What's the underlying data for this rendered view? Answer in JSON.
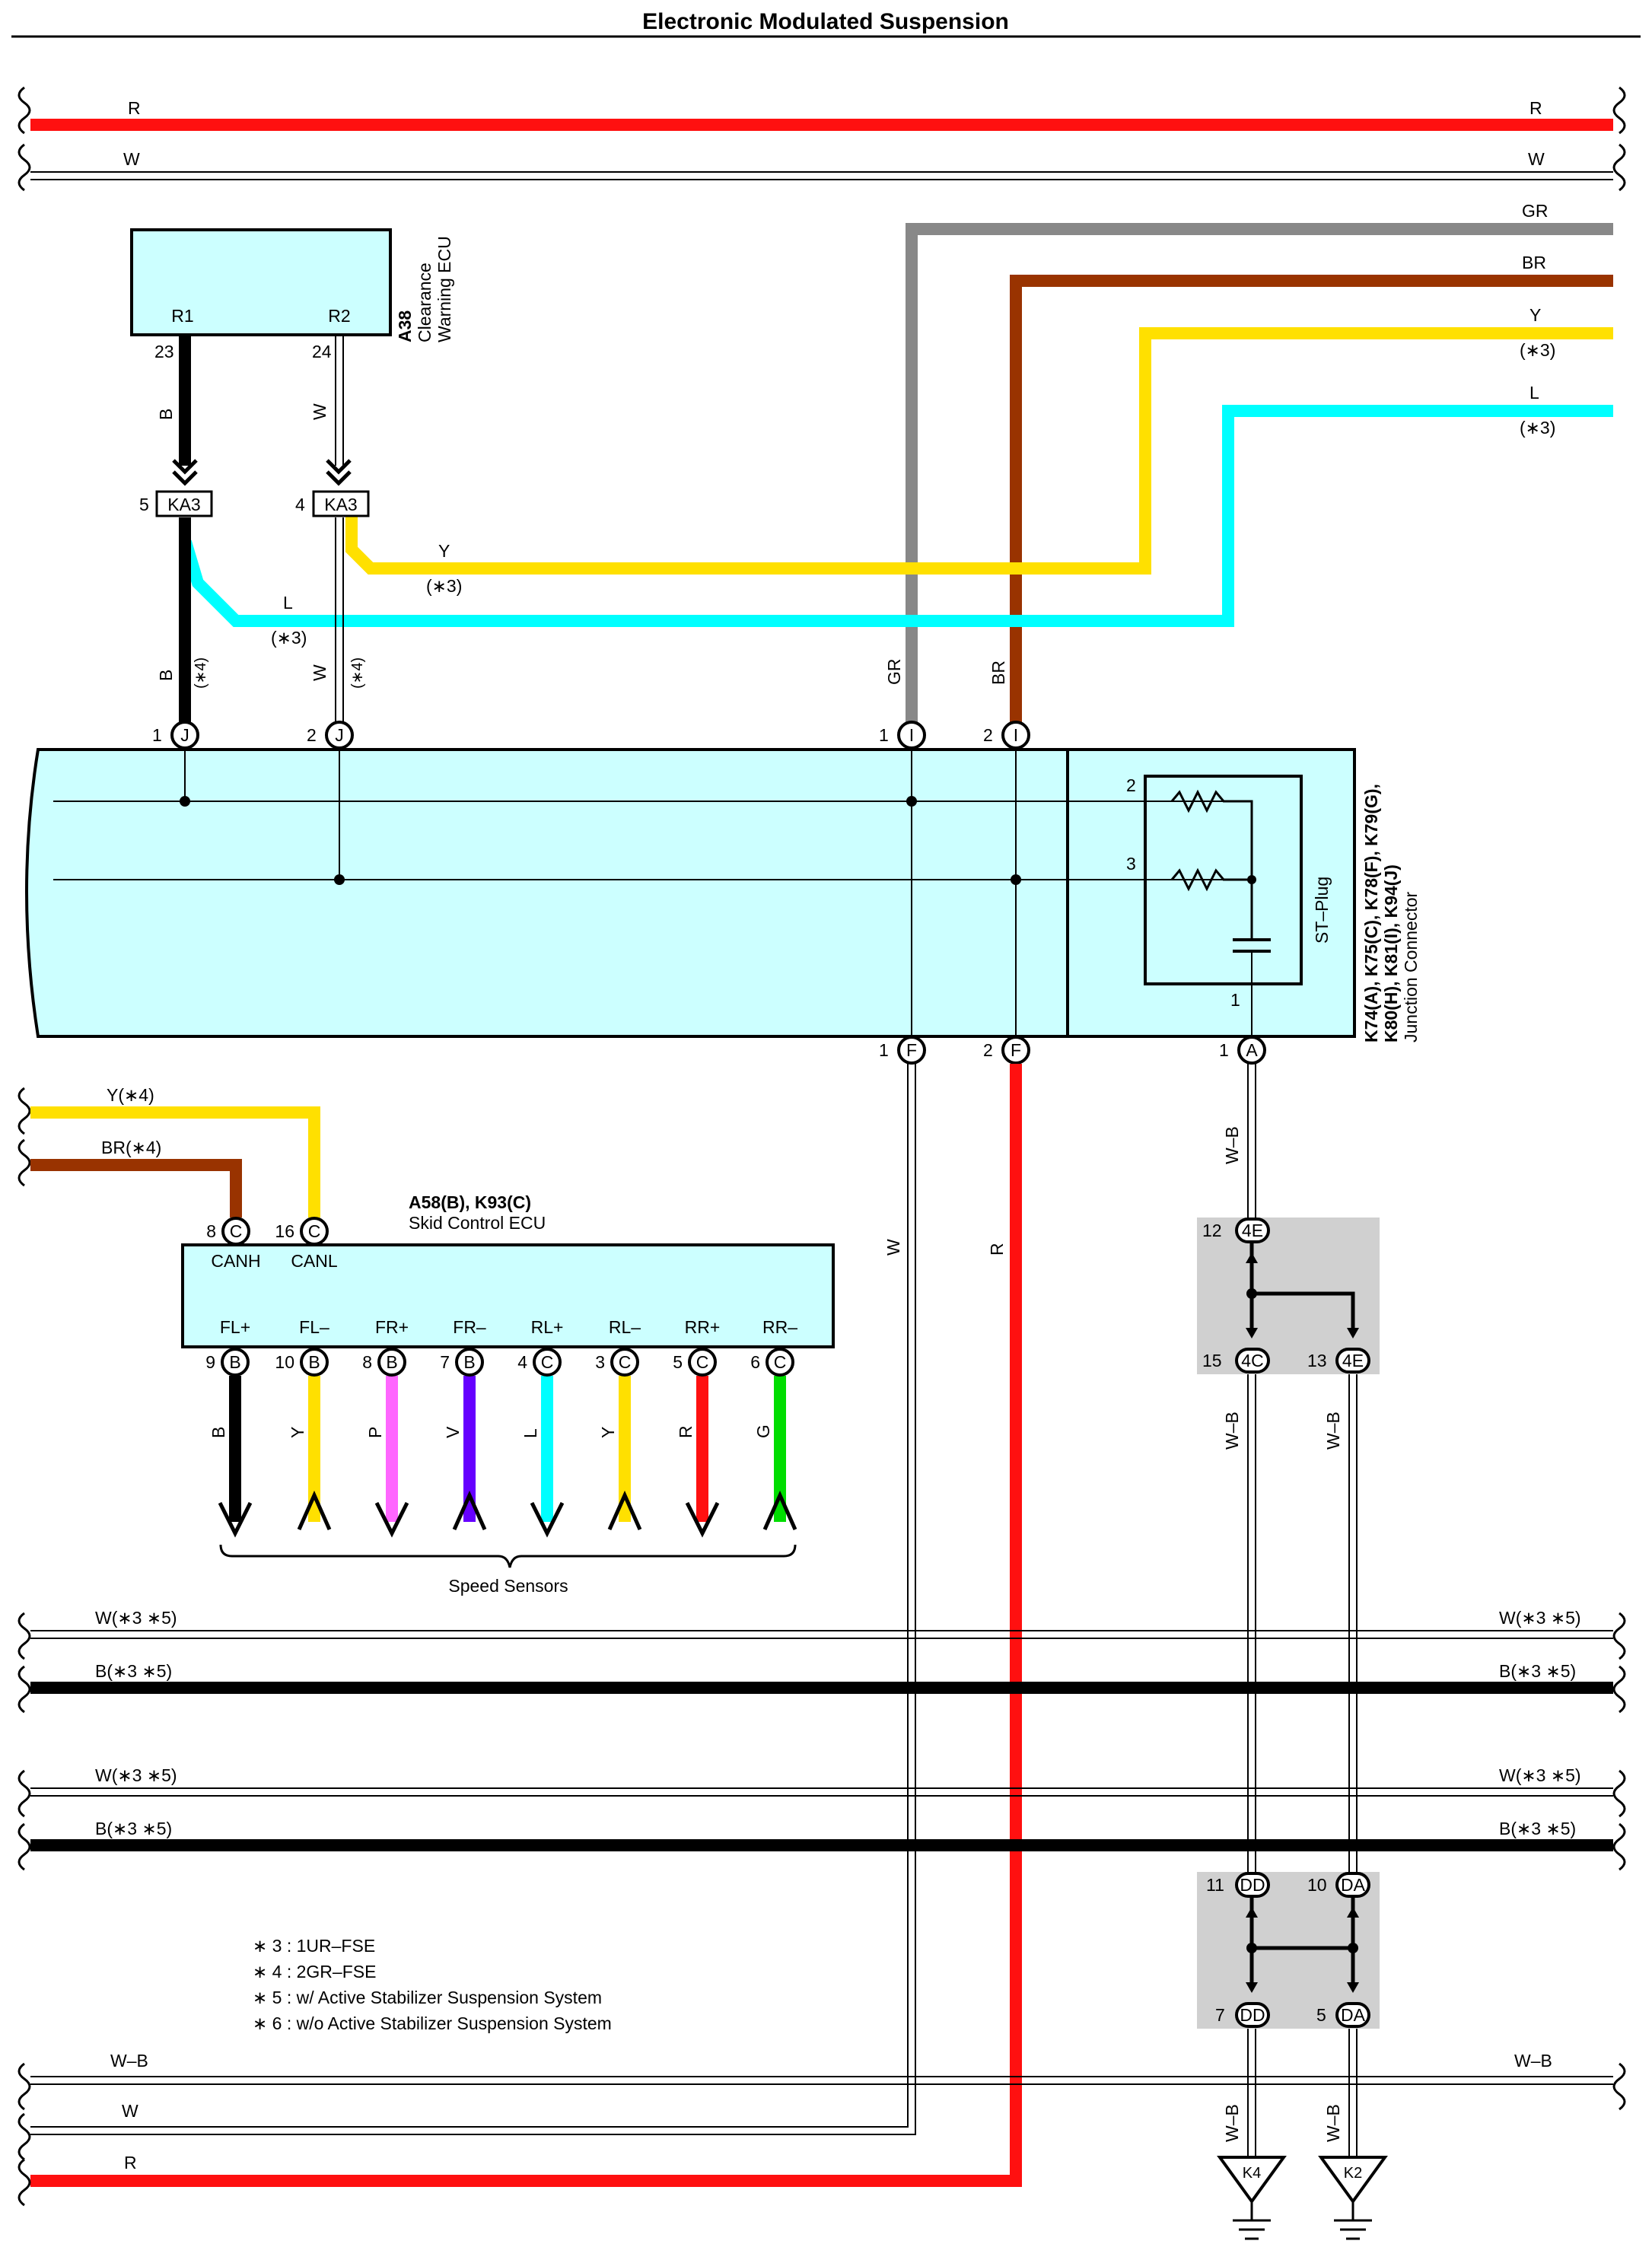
{
  "title": "Electronic Modulated Suspension",
  "colors": {
    "R": "#ff1010",
    "W": "#ffffff",
    "GR": "#888888",
    "BR": "#993300",
    "Y": "#ffe000",
    "L": "#00ffff",
    "B": "#000000",
    "P": "#ff66ff",
    "V": "#6600ff",
    "G": "#00dd00",
    "box_fill": "#ccffff",
    "shade": "#d0d0d0"
  },
  "top_buses": {
    "R": {
      "left": "R",
      "right": "R"
    },
    "W": {
      "left": "W",
      "right": "W"
    }
  },
  "right_wires": {
    "GR": "GR",
    "BR": "BR",
    "Y": "Y",
    "Y_note": "(∗3)",
    "L": "L",
    "L_note": "(∗3)"
  },
  "clearance_ecu": {
    "code": "A38",
    "name_line1": "Clearance",
    "name_line2": "Warning ECU",
    "pin_r1": "R1",
    "pin_r2": "R2",
    "pin_num_r1": "23",
    "pin_num_r2": "24",
    "wire_r1": "B",
    "wire_r2": "W"
  },
  "ka3": {
    "label": "KA3",
    "pin_left": "5",
    "pin_right": "4",
    "mid_y": "Y",
    "mid_y_note": "(∗3)",
    "mid_l": "L",
    "mid_l_note": "(∗3)",
    "down_b": "B",
    "down_b_note": "(∗4)",
    "down_w": "W",
    "down_w_note": "(∗4)"
  },
  "junction": {
    "line1": "K74(A), K75(C), K78(F), K79(G),",
    "line2": "K80(H), K81(I), K94(J)",
    "line3": "Junction Connector",
    "st_plug": "ST–Plug",
    "top_pins": [
      {
        "num": "1",
        "code": "J"
      },
      {
        "num": "2",
        "code": "J"
      },
      {
        "num": "1",
        "code": "I"
      },
      {
        "num": "2",
        "code": "I"
      }
    ],
    "bottom_pins": [
      {
        "num": "1",
        "code": "F"
      },
      {
        "num": "2",
        "code": "F"
      },
      {
        "num": "1",
        "code": "A"
      }
    ],
    "st_pins": {
      "p2": "2",
      "p3": "3",
      "p1": "1"
    },
    "gr_label": "GR",
    "br_label": "BR"
  },
  "skid_ecu": {
    "code": "A58(B), K93(C)",
    "name": "Skid Control ECU",
    "input_y": "Y(∗4)",
    "input_br": "BR(∗4)",
    "can_pins": [
      {
        "num": "8",
        "code": "C",
        "label": "CANH"
      },
      {
        "num": "16",
        "code": "C",
        "label": "CANL"
      }
    ],
    "sensor_pins": [
      {
        "label": "FL+",
        "num": "9",
        "code": "B",
        "wire": "B"
      },
      {
        "label": "FL–",
        "num": "10",
        "code": "B",
        "wire": "Y"
      },
      {
        "label": "FR+",
        "num": "8",
        "code": "B",
        "wire": "P"
      },
      {
        "label": "FR–",
        "num": "7",
        "code": "B",
        "wire": "V"
      },
      {
        "label": "RL+",
        "num": "4",
        "code": "C",
        "wire": "L"
      },
      {
        "label": "RL–",
        "num": "3",
        "code": "C",
        "wire": "Y"
      },
      {
        "label": "RR+",
        "num": "5",
        "code": "C",
        "wire": "R"
      },
      {
        "label": "RR–",
        "num": "6",
        "code": "C",
        "wire": "G"
      }
    ],
    "sensors_label": "Speed Sensors"
  },
  "mid_wires": {
    "w_label": "W",
    "r_label": "R"
  },
  "splices": {
    "wb": "W–B",
    "top": {
      "in_num": "12",
      "in_code": "4E",
      "out1_num": "15",
      "out1_code": "4C",
      "out2_num": "13",
      "out2_code": "4E"
    },
    "bottom": {
      "in1_num": "11",
      "in1_code": "DD",
      "in2_num": "10",
      "in2_code": "DA",
      "out1_num": "7",
      "out1_code": "DD",
      "out2_num": "5",
      "out2_code": "DA"
    }
  },
  "buses_mid": [
    {
      "label_left": "W(∗3 ∗5)",
      "label_right": "W(∗3 ∗5)"
    },
    {
      "label_left": "B(∗3 ∗5)",
      "label_right": "B(∗3 ∗5)"
    },
    {
      "label_left": "W(∗3 ∗5)",
      "label_right": "W(∗3 ∗5)"
    },
    {
      "label_left": "B(∗3 ∗5)",
      "label_right": "B(∗3 ∗5)"
    }
  ],
  "notes": [
    "∗ 3 : 1UR–FSE",
    "∗ 4 : 2GR–FSE",
    "∗ 5 : w/ Active Stabilizer Suspension System",
    "∗ 6 : w/o Active Stabilizer Suspension System"
  ],
  "bottom_buses": {
    "wb_left": "W–B",
    "wb_right": "W–B",
    "w_left": "W",
    "r_left": "R"
  },
  "grounds": {
    "k4": "K4",
    "k2": "K2"
  }
}
